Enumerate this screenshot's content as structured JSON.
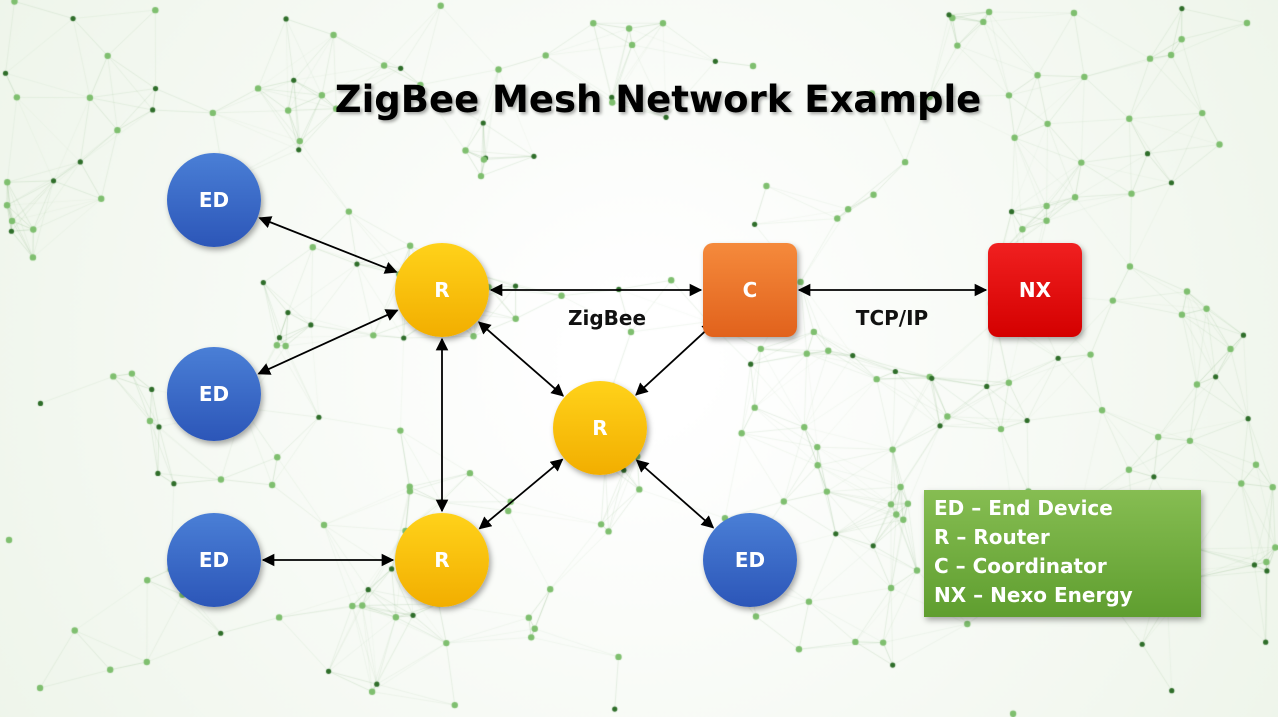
{
  "title": "ZigBee Mesh Network Example",
  "nodes": [
    {
      "id": "ed1",
      "label": "ED",
      "kind": "end-device"
    },
    {
      "id": "ed2",
      "label": "ED",
      "kind": "end-device"
    },
    {
      "id": "ed3",
      "label": "ED",
      "kind": "end-device"
    },
    {
      "id": "ed4",
      "label": "ED",
      "kind": "end-device"
    },
    {
      "id": "r1",
      "label": "R",
      "kind": "router"
    },
    {
      "id": "r2",
      "label": "R",
      "kind": "router"
    },
    {
      "id": "r3",
      "label": "R",
      "kind": "router"
    },
    {
      "id": "c",
      "label": "C",
      "kind": "coordinator"
    },
    {
      "id": "nx",
      "label": "NX",
      "kind": "nexo-energy"
    }
  ],
  "edges": [
    {
      "from": "ed1",
      "to": "r1"
    },
    {
      "from": "ed2",
      "to": "r1"
    },
    {
      "from": "r1",
      "to": "c",
      "label": "ZigBee"
    },
    {
      "from": "c",
      "to": "nx",
      "label": "TCP/IP"
    },
    {
      "from": "r1",
      "to": "r2"
    },
    {
      "from": "r1",
      "to": "r3"
    },
    {
      "from": "r2",
      "to": "c"
    },
    {
      "from": "r2",
      "to": "r3"
    },
    {
      "from": "r2",
      "to": "ed4"
    },
    {
      "from": "ed3",
      "to": "r3"
    }
  ],
  "legend": [
    "ED – End Device",
    "R – Router",
    "C – Coordinator",
    "NX – Nexo Energy"
  ],
  "colors": {
    "end_device": "#3a6cc8",
    "router": "#fbc20a",
    "coordinator": "#ec7430",
    "nexo_energy": "#e50000",
    "legend_bg": "#72ad40"
  }
}
